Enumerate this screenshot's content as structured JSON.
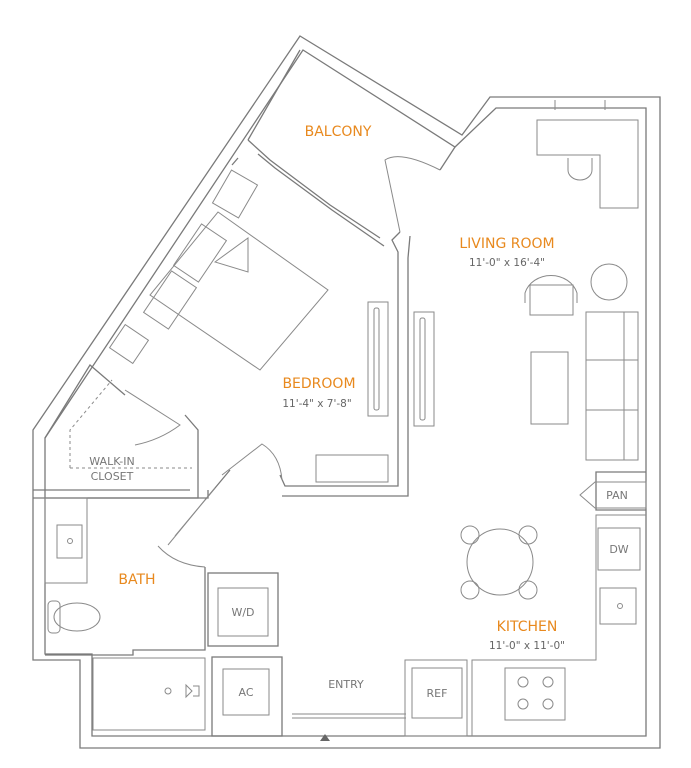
{
  "rooms": {
    "balcony": {
      "name": "BALCONY"
    },
    "living_room": {
      "name": "LIVING ROOM",
      "dimensions": "11'-0\" x 16'-4\""
    },
    "bedroom": {
      "name": "BEDROOM",
      "dimensions": "11'-4\" x 7'-8\""
    },
    "walk_in_closet": {
      "line1": "WALK-IN",
      "line2": "CLOSET"
    },
    "bath": {
      "name": "BATH"
    },
    "kitchen": {
      "name": "KITCHEN",
      "dimensions": "11'-0\" x 11'-0\""
    }
  },
  "fixtures": {
    "pantry": "PAN",
    "dishwasher": "DW",
    "washer_dryer": "W/D",
    "ac": "AC",
    "refrigerator": "REF",
    "entry": "ENTRY"
  },
  "colors": {
    "room_label": "#e8891e",
    "walls": "#7a7a7a"
  }
}
